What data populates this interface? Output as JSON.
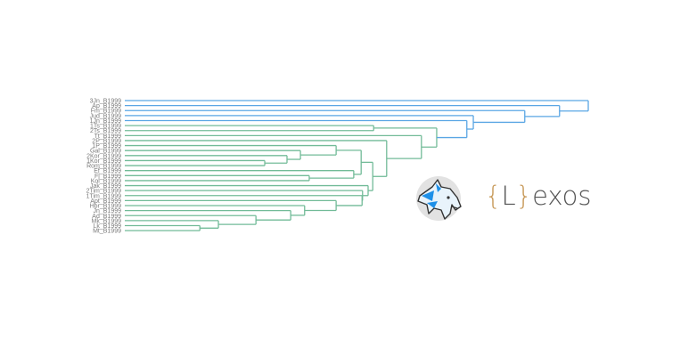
{
  "brand": {
    "open": "{",
    "letter": "L",
    "close": "}",
    "suffix": "exos"
  },
  "colors": {
    "blue": "#5aa6e4",
    "green": "#72bb98",
    "label": "#7a7a7a"
  },
  "chart_data": {
    "type": "dendrogram",
    "orientation": "horizontal",
    "leaves": [
      "3Jn_B1999",
      "Ap_B1999",
      "Fm_B1999",
      "Jud_B1999",
      "1Jn_B1999",
      "1Ts_B1999",
      "2Ts_B1999",
      "Tt_B1999",
      "2P_B1999",
      "1P_B1999",
      "Gal_B1999",
      "2Kor_B1999",
      "1Kor_B1999",
      "Rom_B1999",
      "Ef_B1999",
      "Fl_B1999",
      "Kol_B1999",
      "Jak_B1999",
      "2Tim_B1999",
      "1Tim_B1999",
      "Apt_B1999",
      "Hbr_B1999",
      "Jn_B1999",
      "Ad_B1999",
      "Mk_B1999",
      "Lk_B1999",
      "Mt_B1999"
    ],
    "max_height": 100,
    "tree": {
      "h": 100,
      "c": "blue",
      "k": [
        0,
        {
          "h": 93.8,
          "c": "blue",
          "k": [
            1,
            {
              "h": 86.3,
              "c": "blue",
              "k": [
                2,
                {
                  "h": 75.2,
                  "c": "blue",
                  "k": [
                    3,
                    {
                      "h": 73.8,
                      "c": "blue",
                      "k": [
                        4,
                        {
                          "h": 67.3,
                          "c": "green",
                          "k": [
                            {
                              "h": 53.7,
                              "c": "green",
                              "k": [
                                5,
                                6
                              ]
                            },
                            {
                              "h": 64.0,
                              "c": "green",
                              "k": [
                                7,
                                {
                                  "h": 56.5,
                                  "c": "green",
                                  "k": [
                                    8,
                                    {
                                      "h": 53.5,
                                      "c": "green",
                                      "k": [
                                        {
                                          "h": 51.0,
                                          "c": "green",
                                          "k": [
                                            {
                                              "h": 45.6,
                                              "c": "green",
                                              "k": [
                                                9,
                                                {
                                                  "h": 37.9,
                                                  "c": "green",
                                                  "k": [
                                                    10,
                                                    {
                                                      "h": 35.0,
                                                      "c": "green",
                                                      "k": [
                                                        11,
                                                        {
                                                          "h": 30.2,
                                                          "c": "green",
                                                          "k": [
                                                            12,
                                                            13
                                                          ]
                                                        }
                                                      ]
                                                    }
                                                  ]
                                                }
                                              ]
                                            },
                                            {
                                              "h": 49.4,
                                              "c": "green",
                                              "k": [
                                                14,
                                                {
                                                  "h": 39.8,
                                                  "c": "green",
                                                  "k": [
                                                    15,
                                                    16
                                                  ]
                                                }
                                              ]
                                            }
                                          ]
                                        },
                                        {
                                          "h": 52.5,
                                          "c": "green",
                                          "k": [
                                            17,
                                            {
                                              "h": 51.3,
                                              "c": "green",
                                              "k": [
                                                18,
                                                {
                                                  "h": 51.2,
                                                  "c": "green",
                                                  "k": [
                                                    19,
                                                    {
                                                      "h": 45.6,
                                                      "c": "green",
                                                      "k": [
                                                        20,
                                                        {
                                                          "h": 38.8,
                                                          "c": "green",
                                                          "k": [
                                                            21,
                                                            {
                                                              "h": 35.8,
                                                              "c": "green",
                                                              "k": [
                                                                22,
                                                                {
                                                                  "h": 28.3,
                                                                  "c": "green",
                                                                  "k": [
                                                                    23,
                                                                    {
                                                                      "h": 20.2,
                                                                      "c": "green",
                                                                      "k": [
                                                                        24,
                                                                        {
                                                                          "h": 16.2,
                                                                          "c": "green",
                                                                          "k": [
                                                                            25,
                                                                            26
                                                                          ]
                                                                        }
                                                                      ]
                                                                    }
                                                                  ]
                                                                }
                                                              ]
                                                            }
                                                          ]
                                                        }
                                                      ]
                                                    }
                                                  ]
                                                }
                                              ]
                                            }
                                          ]
                                        }
                                      ]
                                    }
                                  ]
                                }
                              ]
                            }
                          ]
                        }
                      ]
                    }
                  ]
                }
              ]
            }
          ]
        }
      ]
    },
    "leaf_colors": [
      "blue",
      "blue",
      "blue",
      "blue",
      "blue",
      "green",
      "green",
      "green",
      "green",
      "green",
      "green",
      "green",
      "green",
      "green",
      "green",
      "green",
      "green",
      "green",
      "green",
      "green",
      "green",
      "green",
      "green",
      "green",
      "green",
      "green",
      "green"
    ]
  }
}
